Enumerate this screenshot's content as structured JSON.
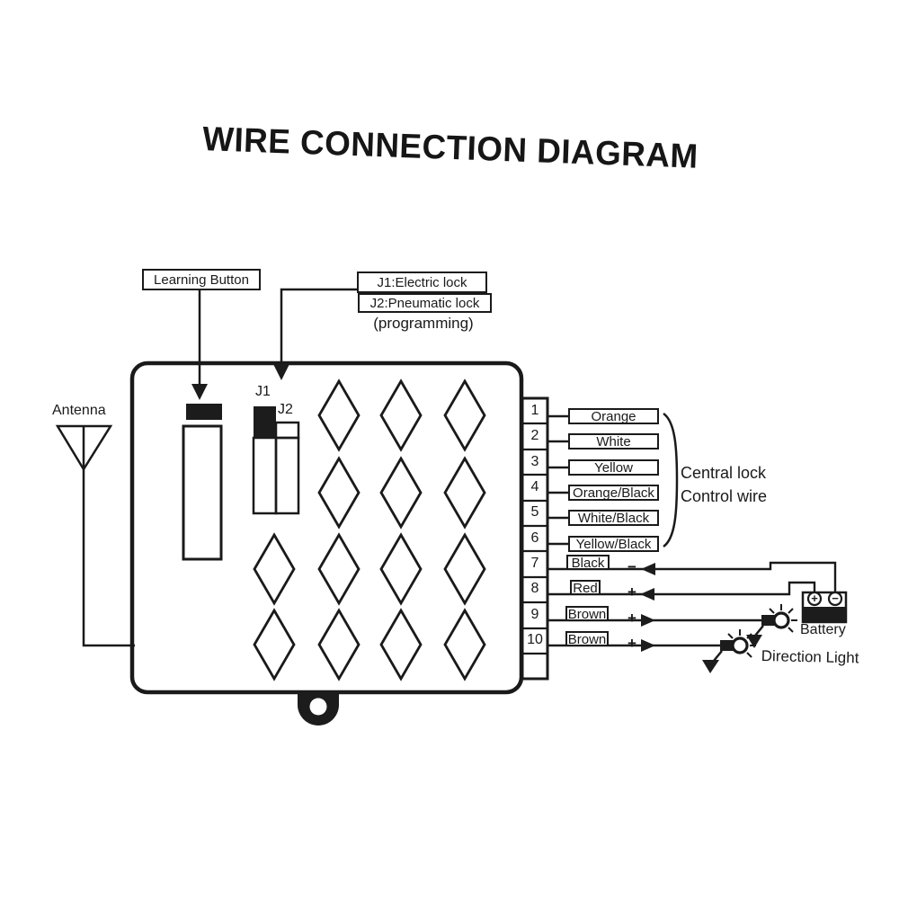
{
  "title": "WIRE CONNECTION DIAGRAM",
  "module": {
    "learning_button_label": "Learning Button",
    "j1_label": "J1:Electric lock",
    "j2_label": "J2:Pneumatic lock",
    "programming_note": "(programming)",
    "j1_pin": "J1",
    "j2_pin": "J2",
    "antenna_label": "Antenna"
  },
  "connector": {
    "pins": [
      {
        "number": "1",
        "wire": "Orange",
        "sign": ""
      },
      {
        "number": "2",
        "wire": "White",
        "sign": ""
      },
      {
        "number": "3",
        "wire": "Yellow",
        "sign": ""
      },
      {
        "number": "4",
        "wire": "Orange/Black",
        "sign": ""
      },
      {
        "number": "5",
        "wire": "White/Black",
        "sign": ""
      },
      {
        "number": "6",
        "wire": "Yellow/Black",
        "sign": ""
      },
      {
        "number": "7",
        "wire": "Black",
        "sign": "−"
      },
      {
        "number": "8",
        "wire": "Red",
        "sign": "+"
      },
      {
        "number": "9",
        "wire": "Brown",
        "sign": "+"
      },
      {
        "number": "10",
        "wire": "Brown",
        "sign": "+"
      }
    ],
    "group_label_line1": "Central lock",
    "group_label_line2": "Control wire"
  },
  "battery": {
    "label": "Battery",
    "plus": "+",
    "minus": "−"
  },
  "direction_light_label": "Direction Light",
  "colors": {
    "ink": "#1a1a1a",
    "paper": "#ffffff"
  }
}
